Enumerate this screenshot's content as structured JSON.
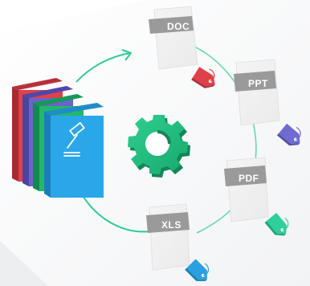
{
  "formats": {
    "doc": "DOC",
    "ppt": "PPT",
    "pdf": "PDF",
    "xls": "XLS"
  },
  "colors": {
    "book_red": "#e0404a",
    "book_purple": "#6c62c9",
    "book_green": "#21b86b",
    "book_blue": "#2aa7e8",
    "arrow": "#2ecc8f",
    "gear": "#1fbf82",
    "tag_doc": "#e0404a",
    "tag_ppt": "#6f6bd0",
    "tag_pdf": "#2ecf9a",
    "tag_xls": "#2aa0e0",
    "label_bg": "#9a9a9a"
  },
  "icons": [
    "gavel-icon",
    "gear-icon",
    "tag-icon"
  ]
}
